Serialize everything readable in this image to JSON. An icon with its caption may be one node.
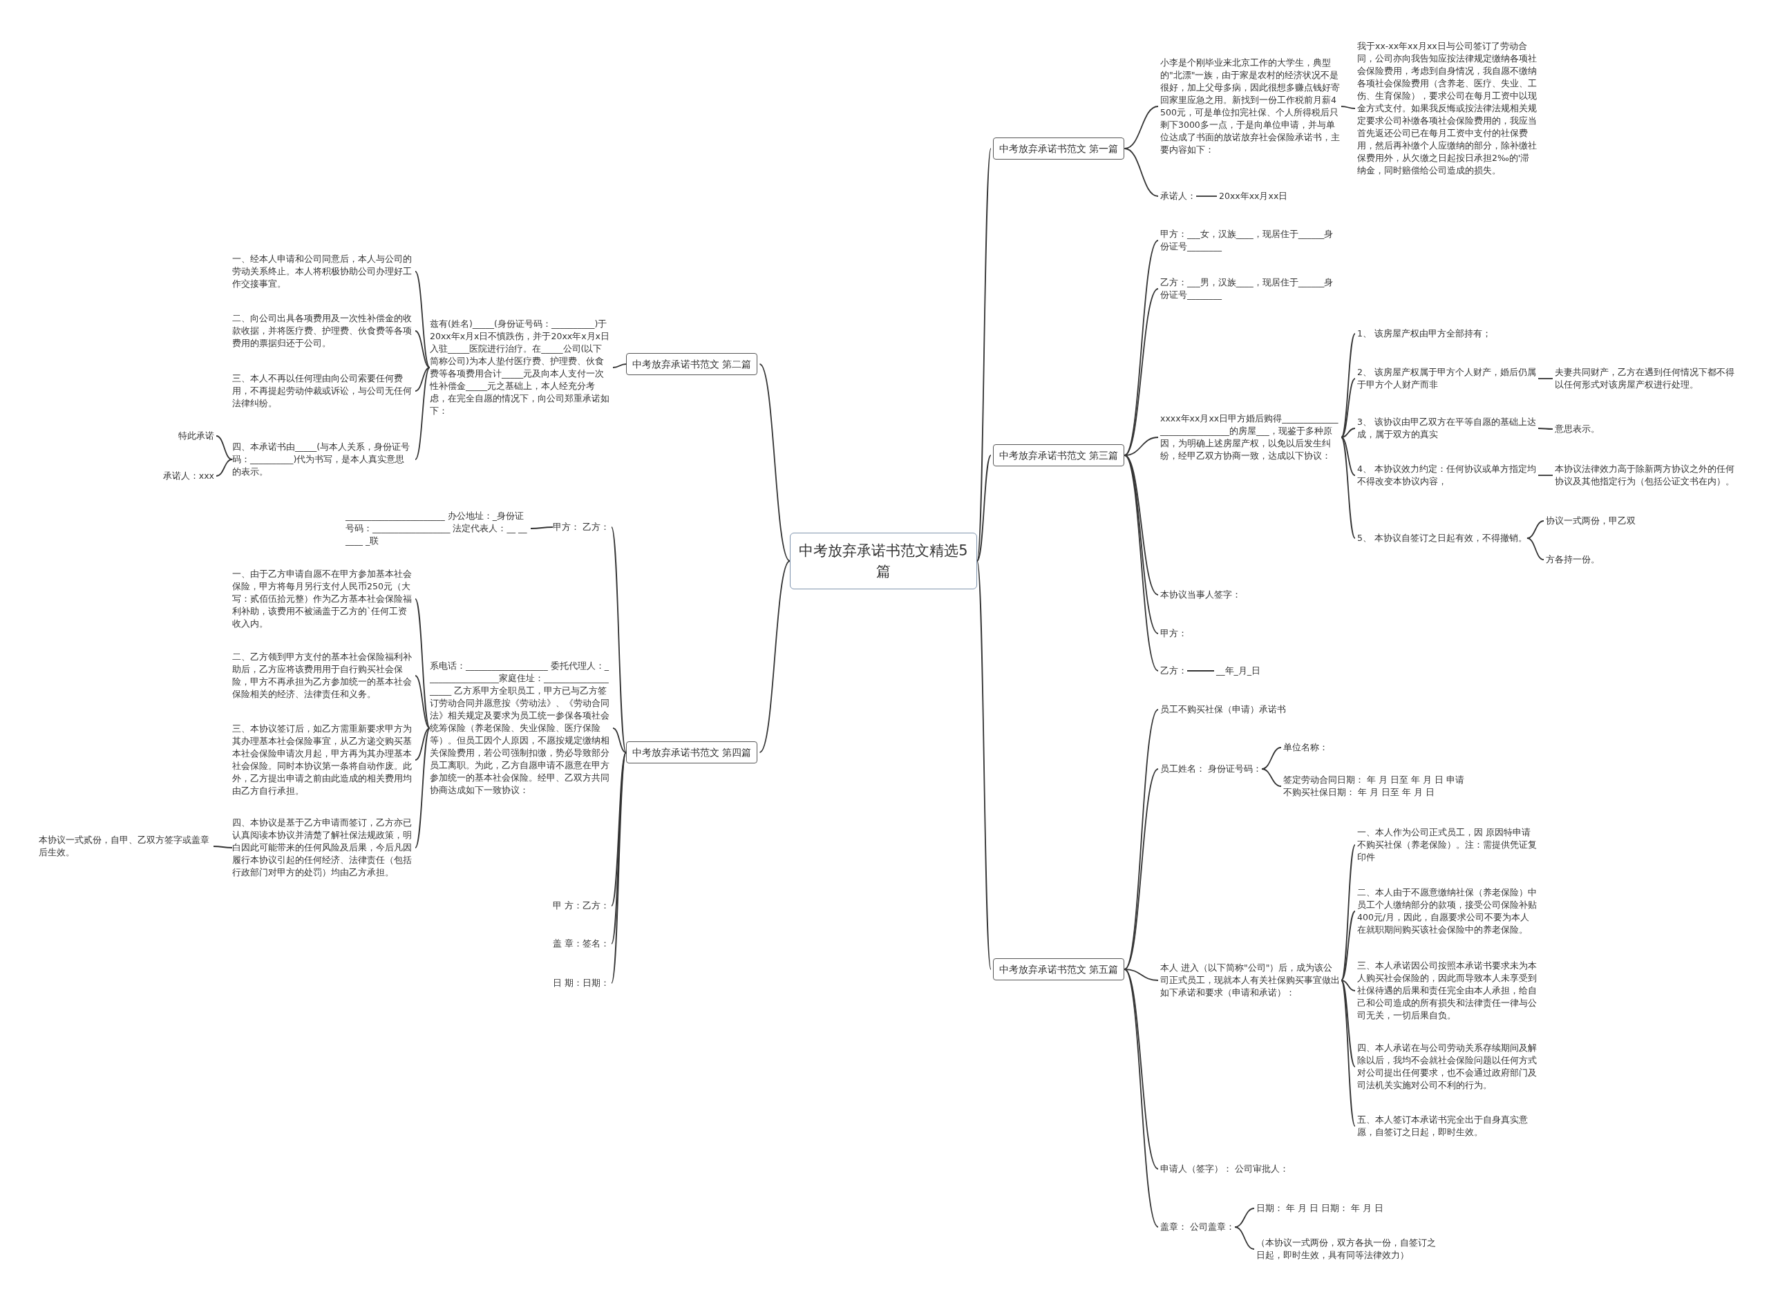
{
  "diagram": {
    "nodes": [
      {
        "text": [
          "中考放弃承诺书范文精选5篇"
        ]
      },
      {
        "text": [
          "中考放弃承诺书范文 第一篇"
        ]
      },
      {
        "text": [
          "小李是个刚毕业来北京工作的大学生，典型的\"北漂\"一族，由于家是农村的经济状况不是很好，加上父母多病，因此很想多赚点钱好寄回家里应急之用。新找到一份工作税前月薪4500元，可是单位扣完社保、个人所得税后只剩下3000多一点，于是向单位申请，并与单位达成了书面的放诺放弃社会保险承诺书，主要内容如下："
        ]
      },
      {
        "text": [
          "我于xx-xx年xx月xx日与公司签订了劳动合同，公司亦向我告知应按法律规定缴纳各项社会保险费用，考虑到自身情况，我自愿不缴纳各项社会保险费用（含养老、医疗、失业、工伤、生育保险），要求公司在每月工资中以现金方式支付。如果我反悔或按法律法规相关规定要求公司补缴各项社会保险费用的，我应当首先返还公司已在每月工资中支付的社保费用，然后再补缴个人应缴纳的部分，除补缴社保费用外，从欠缴之日起按日承担2‰的'滞纳金，同时赔偿给公司造成的损失。"
        ]
      },
      {
        "text": [
          "承诺人："
        ]
      },
      {
        "text": [
          "20xx年xx月xx日"
        ]
      },
      {
        "text": [
          "中考放弃承诺书范文 第三篇"
        ]
      },
      {
        "text": [
          "甲方：___女，汉族____，现居住于______身份证号________"
        ]
      },
      {
        "text": [
          "乙方：___男，汉族____，现居住于______身份证号________"
        ]
      },
      {
        "text": [
          "xxxx年xx月xx日甲方婚后购得_____________________________的房屋___，现鉴于多种原因，为明确上述房屋产权，以免以后发生纠纷，经甲乙双方协商一致，达成以下协议："
        ]
      },
      {
        "text": [
          "1、 该房屋产权由甲方全部持有；"
        ]
      },
      {
        "text": [
          "2、 该房屋产权属于甲方个人财产，婚后仍属于甲方个人财产而非"
        ]
      },
      {
        "text": [
          "夫妻共同财产，乙方在遇到任何情况下都不得以任何形式对该房屋产权进行处理。"
        ]
      },
      {
        "text": [
          "3、 该协议由甲乙双方在平等自愿的基础上达成，属于双方的真实"
        ]
      },
      {
        "text": [
          "意思表示。"
        ]
      },
      {
        "text": [
          "4、 本协议效力约定：任何协议或单方指定均不得改变本协议内容，"
        ]
      },
      {
        "text": [
          "本协议法律效力高于除新两方协议之外的任何协议及其他指定行为（包括公证文书在内）。"
        ]
      },
      {
        "text": [
          "5、 本协议自签订之日起有效，不得撤销。"
        ]
      },
      {
        "text": [
          "协议一式两份，甲乙双"
        ]
      },
      {
        "text": [
          "方各持一份。"
        ]
      },
      {
        "text": [
          "本协议当事人签字："
        ]
      },
      {
        "text": [
          "甲方："
        ]
      },
      {
        "text": [
          "乙方："
        ]
      },
      {
        "text": [
          "__年_月_日"
        ]
      },
      {
        "text": [
          "中考放弃承诺书范文 第五篇"
        ]
      },
      {
        "text": [
          "员工不购买社保（申请）承诺书"
        ]
      },
      {
        "text": [
          "员工姓名： 身份证号码："
        ]
      },
      {
        "text": [
          "单位名称："
        ]
      },
      {
        "text": [
          "签定劳动合同日期： 年 月 日至 年 月 日 申请不购买社保日期： 年 月 日至 年 月 日"
        ]
      },
      {
        "text": [
          "本人 进入（以下简称\"公司\"）后，成为该公司正式员工，现就本人有关社保购买事宜做出如下承诺和要求（申请和承诺）："
        ]
      },
      {
        "text": [
          "一、本人作为公司正式员工，因 原因特申请不购买社保（养老保险）。注：需提供凭证复印件"
        ]
      },
      {
        "text": [
          "二、本人由于不愿意缴纳社保（养老保险）中员工个人缴纳部分的款项，接受公司保险补贴400元/月，因此，自愿要求公司不要为本人在就职期间购买该社会保险中的养老保险。"
        ]
      },
      {
        "text": [
          "三、本人承诺因公司按照本承诺书要求未为本人购买社会保险的，因此而导致本人未享受到社保待遇的后果和责任完全由本人承担，给自己和公司造成的所有损失和法律责任一律与公司无关，一切后果自负。"
        ]
      },
      {
        "text": [
          "四、本人承诺在与公司劳动关系存续期间及解除以后，我均不会就社会保险问题以任何方式对公司提出任何要求，也不会通过政府部门及司法机关实施对公司不利的行为。"
        ]
      },
      {
        "text": [
          "五、本人签订本承诺书完全出于自身真实意愿，自签订之日起，即时生效。"
        ]
      },
      {
        "text": [
          "申请人（签字）： 公司审批人："
        ]
      },
      {
        "text": [
          "盖章： 公司盖章："
        ]
      },
      {
        "text": [
          "日期： 年 月 日 日期： 年 月 日"
        ]
      },
      {
        "text": [
          "（本协议一式两份，双方各执一份，自签订之日起，即时生效，具有同等法律效力）"
        ]
      },
      {
        "text": [
          "中考放弃承诺书范文 第二篇"
        ]
      },
      {
        "text": [
          "兹有(姓名)_____(身份证号码：__________)于20xx年x月x日不慎跌伤，并于20xx年x月x日入驻_____医院进行治疗。在_____公司(以下简称公司)为本人垫付医疗费、护理费、伙食费等各项费用合计_____元及向本人支付一次性补偿金_____元之基础上，本人经充分考虑，在完全自愿的情况下，向公司郑重承诺如下："
        ]
      },
      {
        "text": [
          "一、经本人申请和公司同意后，本人与公司的劳动关系终止。本人将积极协助公司办理好工作交接事宜。"
        ]
      },
      {
        "text": [
          "二、向公司出具各项费用及一次性补偿金的收款收据，并将医疗费、护理费、伙食费等各项费用的票据归还于公司。"
        ]
      },
      {
        "text": [
          "三、本人不再以任何理由向公司索要任何费用，不再提起劳动仲裁或诉讼，与公司无任何法律纠纷。"
        ]
      },
      {
        "text": [
          "四、本承诺书由_____(与本人关系，身份证号码：__________)代为书写，是本人真实意思的表示。"
        ]
      },
      {
        "text": [
          "特此承诺"
        ]
      },
      {
        "text": [
          "承诺人：xxx"
        ]
      },
      {
        "text": [
          "中考放弃承诺书范文 第四篇"
        ]
      },
      {
        "text": [
          "_______________________ 办公地址：_身份证号码：__________________ 法定代表人：__ ______ _联"
        ]
      },
      {
        "text": [
          "甲方： 乙方："
        ]
      },
      {
        "text": [
          "一、由于乙方申请自愿不在甲方参加基本社会保险，甲方将每月另行支付人民币250元（大写：贰佰伍拾元整）作为乙方基本社会保险福利补助，该费用不被涵盖于乙方的`任何工资收入内。"
        ]
      },
      {
        "text": [
          "二、乙方领到甲方支付的基本社会保险福利补助后，乙方应将该费用用于自行购买社会保险，甲方不再承担为乙方参加统一的基本社会保险相关的经济、法律责任和义务。"
        ]
      },
      {
        "text": [
          "三、本协议签订后，如乙方需重新要求甲方为其办理基本社会保险事宜，从乙方递交购买基本社会保险申请次月起，甲方再为其办理基本社会保险。同时本协议第一条将自动作废。此外，乙方提出申请之前由此造成的相关费用均由乙方自行承担。"
        ]
      },
      {
        "text": [
          "四、本协议是基于乙方申请而签订，乙方亦已认真阅读本协议并清楚了解社保法规政策，明白因此可能带来的任何风险及后果，今后凡因履行本协议引起的任何经济、法律责任（包括行政部门对甲方的处罚）均由乙方承担。"
        ]
      },
      {
        "text": [
          "本协议一式贰份，自甲、乙双方签字或盖章后生效。"
        ]
      },
      {
        "text": [
          "系电话：___________________ 委托代理人：_________________家庭住址：____________________ 乙方系甲方全职员工，甲方已与乙方签订劳动合同并愿意按《劳动法》、《劳动合同法》相关规定及要求为员工统一参保各项社会统筹保险（养老保险、失业保险、医疗保险等）。但员工因个人原因，不愿按规定缴纳相关保险费用，若公司强制扣缴，势必导致部分员工离职。为此，乙方自愿申请不愿意在甲方参加统一的基本社会保险。经甲、乙双方共同协商达成如下一致协议："
        ]
      },
      {
        "text": [
          "甲 方：乙方："
        ]
      },
      {
        "text": [
          "盖 章：签名："
        ]
      },
      {
        "text": [
          "日 期：日期："
        ]
      }
    ],
    "edges": [
      {
        "from": 0,
        "to": 1,
        "arrow": "none"
      },
      {
        "from": 1,
        "to": 2,
        "arrow": "none"
      },
      {
        "from": 2,
        "to": 3,
        "arrow": "none"
      },
      {
        "from": 1,
        "to": 4,
        "arrow": "none"
      },
      {
        "from": 4,
        "to": 5,
        "arrow": "none"
      },
      {
        "from": 0,
        "to": 6,
        "arrow": "none"
      },
      {
        "from": 6,
        "to": 7,
        "arrow": "none"
      },
      {
        "from": 6,
        "to": 8,
        "arrow": "none"
      },
      {
        "from": 6,
        "to": 9,
        "arrow": "none"
      },
      {
        "from": 9,
        "to": 10,
        "arrow": "none"
      },
      {
        "from": 9,
        "to": 11,
        "arrow": "none"
      },
      {
        "from": 11,
        "to": 12,
        "arrow": "none"
      },
      {
        "from": 9,
        "to": 13,
        "arrow": "none"
      },
      {
        "from": 13,
        "to": 14,
        "arrow": "none"
      },
      {
        "from": 9,
        "to": 15,
        "arrow": "none"
      },
      {
        "from": 15,
        "to": 16,
        "arrow": "none"
      },
      {
        "from": 9,
        "to": 17,
        "arrow": "none"
      },
      {
        "from": 17,
        "to": 18,
        "arrow": "none"
      },
      {
        "from": 17,
        "to": 19,
        "arrow": "none"
      },
      {
        "from": 6,
        "to": 20,
        "arrow": "none"
      },
      {
        "from": 6,
        "to": 21,
        "arrow": "none"
      },
      {
        "from": 6,
        "to": 22,
        "arrow": "none"
      },
      {
        "from": 22,
        "to": 23,
        "arrow": "none"
      },
      {
        "from": 0,
        "to": 24,
        "arrow": "none"
      },
      {
        "from": 24,
        "to": 25,
        "arrow": "none"
      },
      {
        "from": 24,
        "to": 26,
        "arrow": "none"
      },
      {
        "from": 26,
        "to": 27,
        "arrow": "none"
      },
      {
        "from": 26,
        "to": 28,
        "arrow": "none"
      },
      {
        "from": 24,
        "to": 29,
        "arrow": "none"
      },
      {
        "from": 29,
        "to": 30,
        "arrow": "none"
      },
      {
        "from": 29,
        "to": 31,
        "arrow": "none"
      },
      {
        "from": 29,
        "to": 32,
        "arrow": "none"
      },
      {
        "from": 29,
        "to": 33,
        "arrow": "none"
      },
      {
        "from": 29,
        "to": 34,
        "arrow": "none"
      },
      {
        "from": 24,
        "to": 35,
        "arrow": "none"
      },
      {
        "from": 24,
        "to": 36,
        "arrow": "none"
      },
      {
        "from": 36,
        "to": 37,
        "arrow": "none"
      },
      {
        "from": 36,
        "to": 38,
        "arrow": "none"
      },
      {
        "from": 0,
        "to": 39,
        "arrow": "none"
      },
      {
        "from": 39,
        "to": 40,
        "arrow": "none"
      },
      {
        "from": 40,
        "to": 41,
        "arrow": "none"
      },
      {
        "from": 40,
        "to": 42,
        "arrow": "none"
      },
      {
        "from": 40,
        "to": 43,
        "arrow": "none"
      },
      {
        "from": 40,
        "to": 44,
        "arrow": "none"
      },
      {
        "from": 44,
        "to": 45,
        "arrow": "none"
      },
      {
        "from": 44,
        "to": 46,
        "arrow": "none"
      },
      {
        "from": 0,
        "to": 47,
        "arrow": "none"
      },
      {
        "from": 47,
        "to": 49,
        "arrow": "none"
      },
      {
        "from": 49,
        "to": 48,
        "arrow": "none"
      },
      {
        "from": 47,
        "to": 55,
        "arrow": "none"
      },
      {
        "from": 55,
        "to": 50,
        "arrow": "none"
      },
      {
        "from": 55,
        "to": 51,
        "arrow": "none"
      },
      {
        "from": 55,
        "to": 52,
        "arrow": "none"
      },
      {
        "from": 55,
        "to": 53,
        "arrow": "none"
      },
      {
        "from": 53,
        "to": 54,
        "arrow": "none"
      },
      {
        "from": 47,
        "to": 56,
        "arrow": "none"
      },
      {
        "from": 47,
        "to": 57,
        "arrow": "none"
      },
      {
        "from": 47,
        "to": 58,
        "arrow": "none"
      }
    ]
  }
}
